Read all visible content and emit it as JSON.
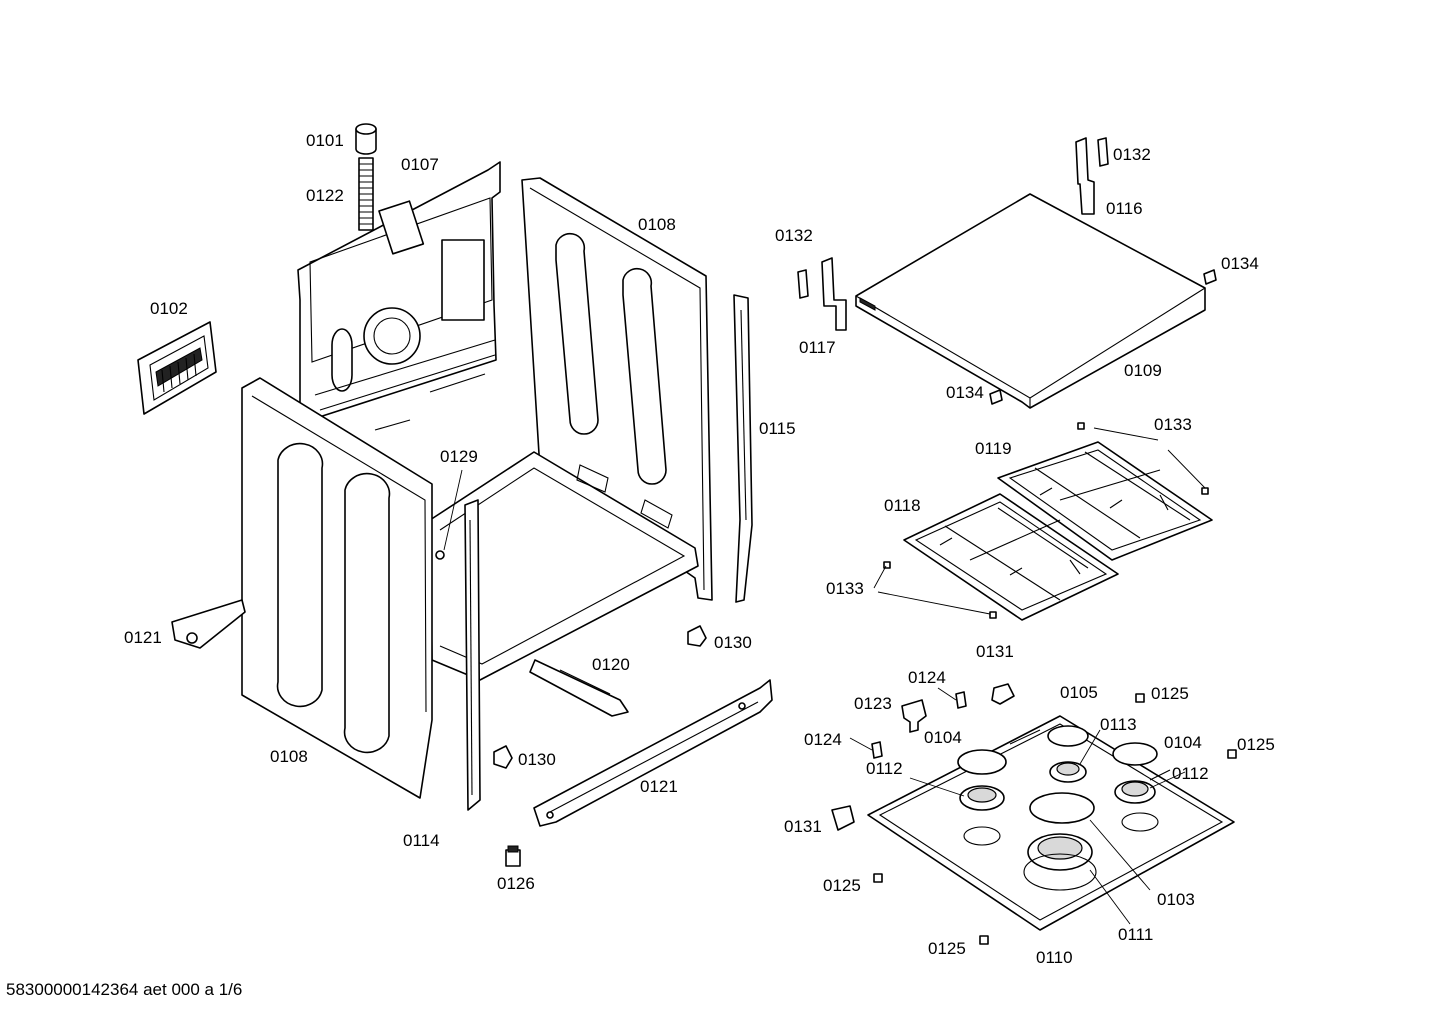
{
  "document_id": "58300000142364 aet 000 a 1/6",
  "part_labels": {
    "p0101": "0101",
    "p0107": "0107",
    "p0122": "0122",
    "p0102": "0102",
    "p0108_back": "0108",
    "p0108_front": "0108",
    "p0132_left": "0132",
    "p0132_right": "0132",
    "p0116": "0116",
    "p0134_right": "0134",
    "p0134_left": "0134",
    "p0117": "0117",
    "p0109": "0109",
    "p0115": "0115",
    "p0129": "0129",
    "p0133_top": "0133",
    "p0133_bottom": "0133",
    "p0119": "0119",
    "p0118": "0118",
    "p0121_left": "0121",
    "p0121_right": "0121",
    "p0130_top": "0130",
    "p0130_bottom": "0130",
    "p0120": "0120",
    "p0131_top": "0131",
    "p0131_bottom": "0131",
    "p0124_top": "0124",
    "p0124_bottom": "0124",
    "p0105": "0105",
    "p0125_tr": "0125",
    "p0125_r": "0125",
    "p0125_bl": "0125",
    "p0125_b": "0125",
    "p0123": "0123",
    "p0113": "0113",
    "p0104_left": "0104",
    "p0104_right": "0104",
    "p0112_left": "0112",
    "p0112_right": "0112",
    "p0114": "0114",
    "p0126": "0126",
    "p0103": "0103",
    "p0111": "0111",
    "p0110": "0110"
  }
}
